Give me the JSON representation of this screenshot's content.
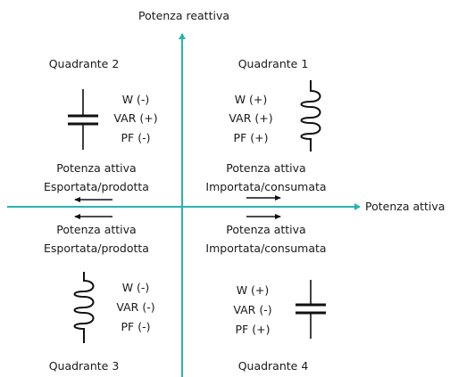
{
  "axes": {
    "y_label": "Potenza reattiva",
    "x_label": "Potenza attiva",
    "color": "#2bb3ad"
  },
  "quadrants": {
    "q1": {
      "title": "Quadrante 1",
      "w": "W (+)",
      "var": "VAR (+)",
      "pf": "PF (+)",
      "component": "inductor-coil",
      "flow_line1": "Potenza attiva",
      "flow_line2": "Importata/consumata",
      "arrow_direction": "right"
    },
    "q2": {
      "title": "Quadrante 2",
      "w": "W (-)",
      "var": "VAR (+)",
      "pf": "PF (-)",
      "component": "capacitor",
      "flow_line1": "Potenza attiva",
      "flow_line2": "Esportata/prodotta",
      "arrow_direction": "left"
    },
    "q3": {
      "title": "Quadrante 3",
      "w": "W (-)",
      "var": "VAR (-)",
      "pf": "PF (-)",
      "component": "inductor-coil",
      "flow_line1": "Potenza attiva",
      "flow_line2": "Esportata/prodotta",
      "arrow_direction": "left"
    },
    "q4": {
      "title": "Quadrante 4",
      "w": "W (+)",
      "var": "VAR (-)",
      "pf": "PF (+)",
      "component": "capacitor",
      "flow_line1": "Potenza attiva",
      "flow_line2": "Importata/consumata",
      "arrow_direction": "right"
    }
  }
}
